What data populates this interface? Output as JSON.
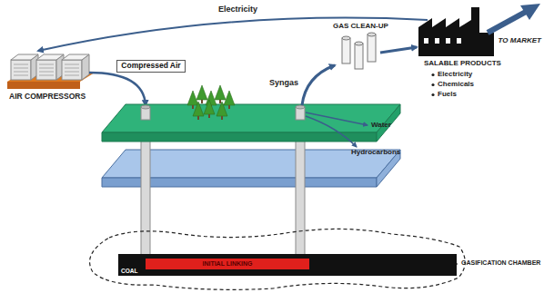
{
  "diagram": {
    "nodes": [
      {
        "text": [
          "Compressed Air"
        ]
      },
      {
        "text": [
          "COAL"
        ]
      },
      {
        "text": [
          "INITIAL LINKING"
        ],
        "in": 1
      }
    ],
    "labels": [
      "Electricity",
      "AIR COMPRESSORS",
      "Syngas",
      "GAS CLEAN-UP",
      "TO MARKET",
      "SALABLE PRODUCTS",
      "Electricity",
      "Chemicals",
      "Fuels",
      "Water",
      "Hydrocarbons",
      "GASIFICATION CHAMBER"
    ]
  }
}
